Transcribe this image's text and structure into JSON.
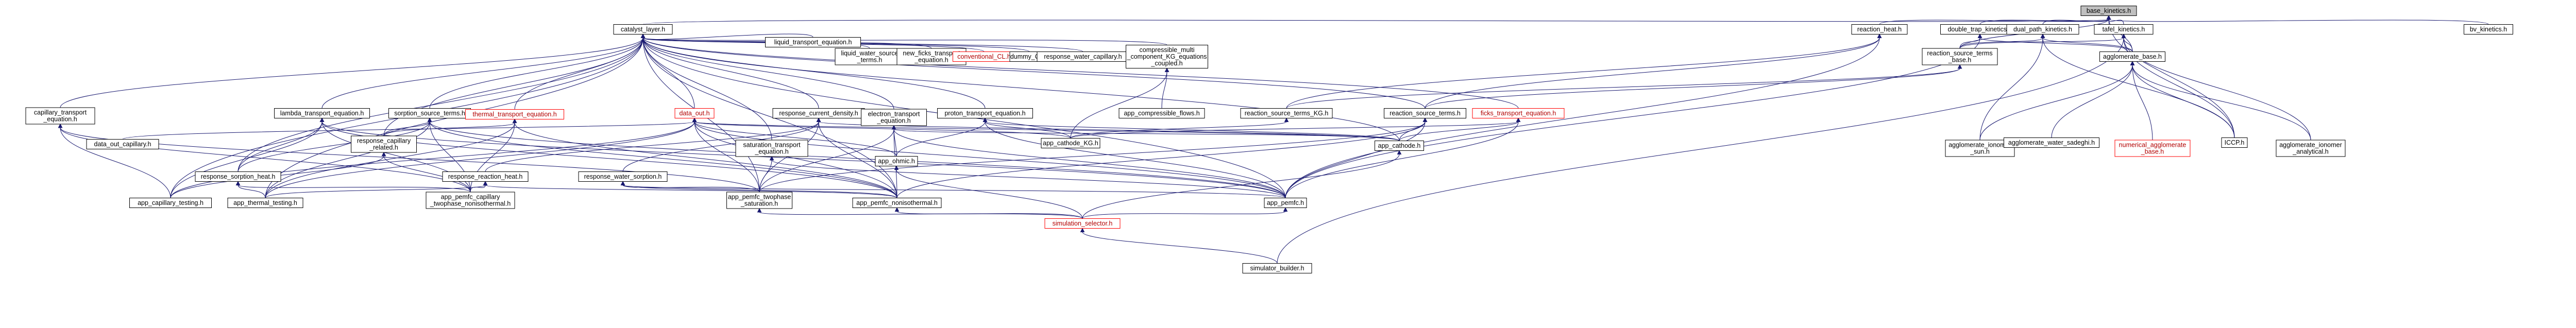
{
  "graph": {
    "nodes": [
      {
        "id": "base",
        "lines": [
          "base_kinetics.h"
        ],
        "style": "root"
      },
      {
        "id": "catalyst",
        "lines": [
          "catalyst_layer.h"
        ]
      },
      {
        "id": "reaction_heat",
        "lines": [
          "reaction_heat.h"
        ]
      },
      {
        "id": "double_trap",
        "lines": [
          "double_trap_kinetics.h"
        ]
      },
      {
        "id": "dual_path",
        "lines": [
          "dual_path_kinetics.h"
        ]
      },
      {
        "id": "tafel",
        "lines": [
          "tafel_kinetics.h"
        ]
      },
      {
        "id": "bv",
        "lines": [
          "bv_kinetics.h"
        ]
      },
      {
        "id": "liquid_transport",
        "lines": [
          "liquid_transport_equation.h"
        ]
      },
      {
        "id": "liquid_water_source",
        "lines": [
          "liquid_water_source",
          "_terms.h"
        ]
      },
      {
        "id": "new_ficks",
        "lines": [
          "new_ficks_transport",
          "_equation.h"
        ]
      },
      {
        "id": "conventional_cl",
        "lines": [
          "conventional_CL.h"
        ],
        "style": "missing"
      },
      {
        "id": "dummy_cl",
        "lines": [
          "dummy_CL.h"
        ]
      },
      {
        "id": "response_water_cap",
        "lines": [
          "response_water_capillary.h"
        ]
      },
      {
        "id": "compressible",
        "lines": [
          "compressible_multi",
          "_component_KG_equations",
          "_coupled.h"
        ]
      },
      {
        "id": "reaction_source_base",
        "lines": [
          "reaction_source_terms",
          "_base.h"
        ]
      },
      {
        "id": "agglomerate_base",
        "lines": [
          "agglomerate_base.h"
        ]
      },
      {
        "id": "capillary_transport",
        "lines": [
          "capillary_transport",
          "_equation.h"
        ]
      },
      {
        "id": "lambda_transport",
        "lines": [
          "lambda_transport_equation.h"
        ]
      },
      {
        "id": "sorption_source",
        "lines": [
          "sorption_source_terms.h"
        ]
      },
      {
        "id": "thermal_transport",
        "lines": [
          "thermal_transport_equation.h"
        ],
        "style": "missing"
      },
      {
        "id": "data_out",
        "lines": [
          "data_out.h"
        ],
        "style": "missing"
      },
      {
        "id": "response_current",
        "lines": [
          "response_current_density.h"
        ]
      },
      {
        "id": "electron_transport",
        "lines": [
          "electron_transport",
          "_equation.h"
        ]
      },
      {
        "id": "proton_transport",
        "lines": [
          "proton_transport_equation.h"
        ]
      },
      {
        "id": "app_compressible",
        "lines": [
          "app_compressible_flows.h"
        ]
      },
      {
        "id": "reaction_source_kg",
        "lines": [
          "reaction_source_terms_KG.h"
        ]
      },
      {
        "id": "reaction_source",
        "lines": [
          "reaction_source_terms.h"
        ]
      },
      {
        "id": "ficks_transport",
        "lines": [
          "ficks_transport_equation.h"
        ],
        "style": "missing"
      },
      {
        "id": "agg_ionomer_sun",
        "lines": [
          "agglomerate_ionomer",
          "_sun.h"
        ]
      },
      {
        "id": "agg_water_sadeghi",
        "lines": [
          "agglomerate_water_sadeghi.h"
        ]
      },
      {
        "id": "numerical_agg_base",
        "lines": [
          "numerical_agglomerate",
          "_base.h"
        ],
        "style": "missing"
      },
      {
        "id": "iccp",
        "lines": [
          "ICCP.h"
        ]
      },
      {
        "id": "agg_ionomer_analytical",
        "lines": [
          "agglomerate_ionomer",
          "_analytical.h"
        ]
      },
      {
        "id": "data_out_capillary",
        "lines": [
          "data_out_capillary.h"
        ]
      },
      {
        "id": "response_capillary_related",
        "lines": [
          "response_capillary",
          "_related.h"
        ]
      },
      {
        "id": "response_sorption_heat",
        "lines": [
          "response_sorption_heat.h"
        ]
      },
      {
        "id": "response_reaction_heat",
        "lines": [
          "response_reaction_heat.h"
        ]
      },
      {
        "id": "response_water_sorption",
        "lines": [
          "response_water_sorption.h"
        ]
      },
      {
        "id": "saturation_transport",
        "lines": [
          "saturation_transport",
          "_equation.h"
        ]
      },
      {
        "id": "app_ohmic",
        "lines": [
          "app_ohmic.h"
        ]
      },
      {
        "id": "app_cathode_kg",
        "lines": [
          "app_cathode_KG.h"
        ]
      },
      {
        "id": "app_cathode",
        "lines": [
          "app_cathode.h"
        ]
      },
      {
        "id": "app_capillary_testing",
        "lines": [
          "app_capillary_testing.h"
        ]
      },
      {
        "id": "app_thermal_testing",
        "lines": [
          "app_thermal_testing.h"
        ]
      },
      {
        "id": "app_pemfc_capillary",
        "lines": [
          "app_pemfc_capillary",
          "_twophase_nonisothermal.h"
        ]
      },
      {
        "id": "app_pemfc_twophase",
        "lines": [
          "app_pemfc_twophase",
          "_saturation.h"
        ]
      },
      {
        "id": "app_pemfc_nonisothermal",
        "lines": [
          "app_pemfc_nonisothermal.h"
        ]
      },
      {
        "id": "app_pemfc",
        "lines": [
          "app_pemfc.h"
        ]
      },
      {
        "id": "simulation_selector",
        "lines": [
          "simulation_selector.h"
        ],
        "style": "missing"
      },
      {
        "id": "simulator_builder",
        "lines": [
          "simulator_builder.h"
        ]
      }
    ],
    "edges": [
      [
        "base",
        "catalyst"
      ],
      [
        "base",
        "reaction_heat"
      ],
      [
        "base",
        "double_trap"
      ],
      [
        "base",
        "dual_path"
      ],
      [
        "base",
        "tafel"
      ],
      [
        "base",
        "bv"
      ],
      [
        "base",
        "iccp"
      ],
      [
        "base",
        "agglomerate_base"
      ],
      [
        "base",
        "reaction_source_base"
      ],
      [
        "catalyst",
        "liquid_transport"
      ],
      [
        "catalyst",
        "liquid_water_source"
      ],
      [
        "catalyst",
        "new_ficks"
      ],
      [
        "catalyst",
        "conventional_cl"
      ],
      [
        "catalyst",
        "dummy_cl"
      ],
      [
        "catalyst",
        "response_water_cap"
      ],
      [
        "catalyst",
        "compressible"
      ],
      [
        "catalyst",
        "capillary_transport"
      ],
      [
        "catalyst",
        "lambda_transport"
      ],
      [
        "catalyst",
        "sorption_source"
      ],
      [
        "catalyst",
        "thermal_transport"
      ],
      [
        "catalyst",
        "data_out"
      ],
      [
        "catalyst",
        "response_current"
      ],
      [
        "catalyst",
        "electron_transport"
      ],
      [
        "catalyst",
        "proton_transport"
      ],
      [
        "catalyst",
        "ficks_transport"
      ],
      [
        "catalyst",
        "reaction_source"
      ],
      [
        "catalyst",
        "saturation_transport"
      ],
      [
        "catalyst",
        "app_cathode"
      ],
      [
        "catalyst",
        "app_capillary_testing"
      ],
      [
        "catalyst",
        "app_thermal_testing"
      ],
      [
        "catalyst",
        "app_pemfc_twophase"
      ],
      [
        "catalyst",
        "app_pemfc_nonisothermal"
      ],
      [
        "catalyst",
        "app_pemfc"
      ],
      [
        "catalyst",
        "response_sorption_heat"
      ],
      [
        "catalyst",
        "response_capillary_related"
      ],
      [
        "reaction_heat",
        "reaction_source_kg"
      ],
      [
        "reaction_heat",
        "reaction_source"
      ],
      [
        "reaction_heat",
        "app_pemfc"
      ],
      [
        "double_trap",
        "reaction_source_base"
      ],
      [
        "double_trap",
        "agglomerate_base"
      ],
      [
        "double_trap",
        "app_pemfc"
      ],
      [
        "dual_path",
        "reaction_source_base"
      ],
      [
        "dual_path",
        "agglomerate_base"
      ],
      [
        "dual_path",
        "iccp"
      ],
      [
        "dual_path",
        "agg_ionomer_sun"
      ],
      [
        "tafel",
        "reaction_source_base"
      ],
      [
        "tafel",
        "agglomerate_base"
      ],
      [
        "tafel",
        "iccp"
      ],
      [
        "tafel",
        "agg_ionomer_analytical"
      ],
      [
        "tafel",
        "simulator_builder"
      ],
      [
        "compressible",
        "app_compressible"
      ],
      [
        "compressible",
        "app_cathode_kg"
      ],
      [
        "reaction_source_base",
        "reaction_source_kg"
      ],
      [
        "reaction_source_base",
        "reaction_source"
      ],
      [
        "agglomerate_base",
        "agg_ionomer_sun"
      ],
      [
        "agglomerate_base",
        "agg_water_sadeghi"
      ],
      [
        "agglomerate_base",
        "numerical_agg_base"
      ],
      [
        "agglomerate_base",
        "iccp"
      ],
      [
        "agglomerate_base",
        "agg_ionomer_analytical"
      ],
      [
        "capillary_transport",
        "app_capillary_testing"
      ],
      [
        "capillary_transport",
        "app_pemfc_capillary"
      ],
      [
        "capillary_transport",
        "app_pemfc_twophase"
      ],
      [
        "lambda_transport",
        "response_sorption_heat"
      ],
      [
        "lambda_transport",
        "app_pemfc_capillary"
      ],
      [
        "lambda_transport",
        "app_pemfc_nonisothermal"
      ],
      [
        "lambda_transport",
        "app_pemfc"
      ],
      [
        "lambda_transport",
        "app_capillary_testing"
      ],
      [
        "sorption_source",
        "response_sorption_heat"
      ],
      [
        "sorption_source",
        "response_capillary_related"
      ],
      [
        "sorption_source",
        "app_thermal_testing"
      ],
      [
        "sorption_source",
        "app_pemfc_capillary"
      ],
      [
        "sorption_source",
        "app_pemfc_nonisothermal"
      ],
      [
        "sorption_source",
        "app_pemfc"
      ],
      [
        "thermal_transport",
        "response_capillary_related"
      ],
      [
        "thermal_transport",
        "app_thermal_testing"
      ],
      [
        "thermal_transport",
        "app_pemfc_capillary"
      ],
      [
        "thermal_transport",
        "app_pemfc_nonisothermal"
      ],
      [
        "data_out",
        "data_out_capillary"
      ],
      [
        "data_out",
        "app_capillary_testing"
      ],
      [
        "data_out",
        "app_thermal_testing"
      ],
      [
        "data_out",
        "app_pemfc_twophase"
      ],
      [
        "data_out",
        "app_ohmic"
      ],
      [
        "data_out",
        "app_cathode_kg"
      ],
      [
        "data_out",
        "app_cathode"
      ],
      [
        "data_out",
        "app_pemfc"
      ],
      [
        "data_out",
        "app_pemfc_nonisothermal"
      ],
      [
        "response_current",
        "response_reaction_heat"
      ],
      [
        "response_current",
        "response_water_sorption"
      ],
      [
        "response_current",
        "app_pemfc_twophase"
      ],
      [
        "response_current",
        "app_pemfc_nonisothermal"
      ],
      [
        "response_current",
        "app_cathode"
      ],
      [
        "electron_transport",
        "app_ohmic"
      ],
      [
        "electron_transport",
        "app_cathode"
      ],
      [
        "electron_transport",
        "app_pemfc_twophase"
      ],
      [
        "electron_transport",
        "app_pemfc_nonisothermal"
      ],
      [
        "electron_transport",
        "app_pemfc"
      ],
      [
        "proton_transport",
        "app_ohmic"
      ],
      [
        "proton_transport",
        "app_cathode_kg"
      ],
      [
        "proton_transport",
        "app_cathode"
      ],
      [
        "proton_transport",
        "app_pemfc"
      ],
      [
        "reaction_source_kg",
        "app_cathode_kg"
      ],
      [
        "reaction_source",
        "app_cathode"
      ],
      [
        "reaction_source",
        "app_pemfc"
      ],
      [
        "reaction_source",
        "app_pemfc_nonisothermal"
      ],
      [
        "reaction_source",
        "app_pemfc_twophase"
      ],
      [
        "ficks_transport",
        "app_cathode"
      ],
      [
        "ficks_transport",
        "app_pemfc"
      ],
      [
        "ficks_transport",
        "app_cathode_kg"
      ],
      [
        "response_capillary_related",
        "app_capillary_testing"
      ],
      [
        "response_capillary_related",
        "app_pemfc_capillary"
      ],
      [
        "response_sorption_heat",
        "app_thermal_testing"
      ],
      [
        "response_sorption_heat",
        "app_pemfc_capillary"
      ],
      [
        "response_reaction_heat",
        "app_thermal_testing"
      ],
      [
        "response_reaction_heat",
        "app_pemfc_capillary"
      ],
      [
        "response_reaction_heat",
        "app_pemfc_nonisothermal"
      ],
      [
        "response_water_sorption",
        "app_pemfc_twophase"
      ],
      [
        "response_water_sorption",
        "app_pemfc_nonisothermal"
      ],
      [
        "response_water_sorption",
        "app_pemfc"
      ],
      [
        "saturation_transport",
        "app_pemfc_twophase"
      ],
      [
        "saturation_transport",
        "app_pemfc"
      ],
      [
        "app_ohmic",
        "simulation_selector"
      ],
      [
        "app_cathode",
        "simulation_selector"
      ],
      [
        "app_pemfc",
        "simulation_selector"
      ],
      [
        "app_pemfc_twophase",
        "simulation_selector"
      ],
      [
        "app_pemfc_nonisothermal",
        "simulation_selector"
      ],
      [
        "simulation_selector",
        "simulator_builder"
      ]
    ]
  }
}
